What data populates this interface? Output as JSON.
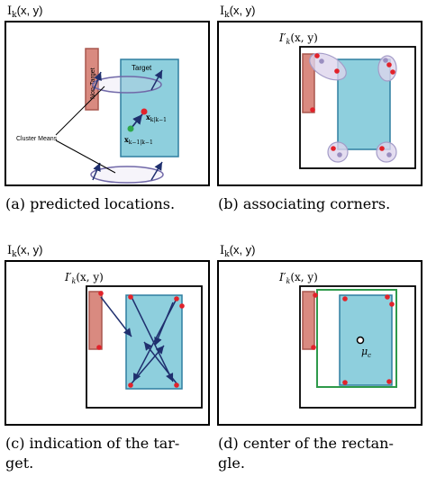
{
  "panels": [
    {
      "frame_label": "I",
      "frame_sub": "k",
      "frame_args": "(x, y)",
      "caption_line1": "(a)  predicted locations.",
      "caption_line2": "",
      "non_target_label": "Non-Target",
      "target_label": "Target",
      "cluster_label": "Cluster Means",
      "state_pred_main": "x",
      "state_pred_sub": "k|k−1",
      "state_prev_main": "x",
      "state_prev_sub": "k−1|k−1"
    },
    {
      "frame_label": "I",
      "frame_sub": "k",
      "frame_args": "(x, y)",
      "roi_label": "I′",
      "roi_sub": "k",
      "roi_args": "(x, y)",
      "caption_line1": "(b)  associating corners.",
      "caption_line2": ""
    },
    {
      "frame_label": "I",
      "frame_sub": "k",
      "frame_args": "(x, y)",
      "roi_label": "I′",
      "roi_sub": "k",
      "roi_args": "(x, y)",
      "caption_line1": "(c)  indication of the tar-",
      "caption_line2": "get."
    },
    {
      "frame_label": "I",
      "frame_sub": "k",
      "frame_args": "(x, y)",
      "roi_label": "I′",
      "roi_sub": "k",
      "roi_args": "(x, y)",
      "center_label": "μ",
      "center_sub": "c",
      "caption_line1": "(d)  center of the rectan-",
      "caption_line2": "gle."
    }
  ],
  "colors": {
    "target_fill": "#8ecfdd",
    "target_stroke": "#2e7ea0",
    "nontarget_fill": "#d98a80",
    "nontarget_stroke": "#a8574e",
    "ellipse_fill": "#ddd4ec",
    "ellipse_stroke": "#7068a8",
    "arrow": "#1f2f6e",
    "red_dot": "#e2222a",
    "green_dot": "#2ea84a",
    "purple_dot": "#9a8ec0",
    "green_rect": "#2e9a4a"
  }
}
